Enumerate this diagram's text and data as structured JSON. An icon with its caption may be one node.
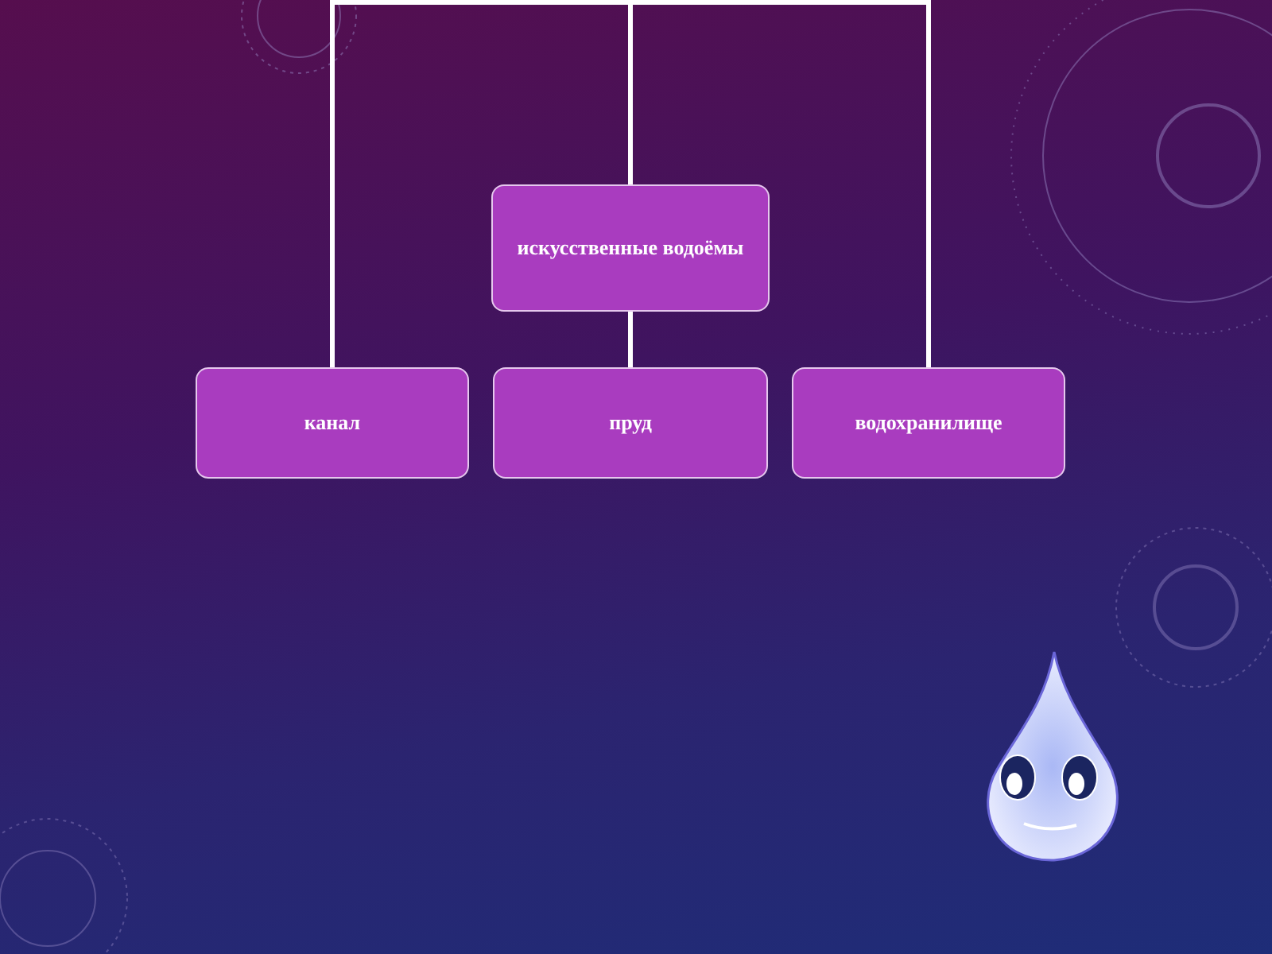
{
  "diagram": {
    "nodes": [
      {
        "text": [
          "искусственные водоёмы"
        ]
      },
      {
        "text": [
          "канал"
        ]
      },
      {
        "text": [
          "пруд"
        ]
      },
      {
        "text": [
          "водохранилище"
        ]
      },
      {
        "text": [],
        "shape": "picture"
      }
    ],
    "edges": [
      {
        "from": null,
        "to": 0,
        "arrow": "none"
      },
      {
        "from": 0,
        "to": 2,
        "arrow": "none"
      },
      {
        "from": null,
        "to": 1,
        "arrow": "none"
      },
      {
        "from": null,
        "to": 3,
        "arrow": "none"
      }
    ]
  }
}
